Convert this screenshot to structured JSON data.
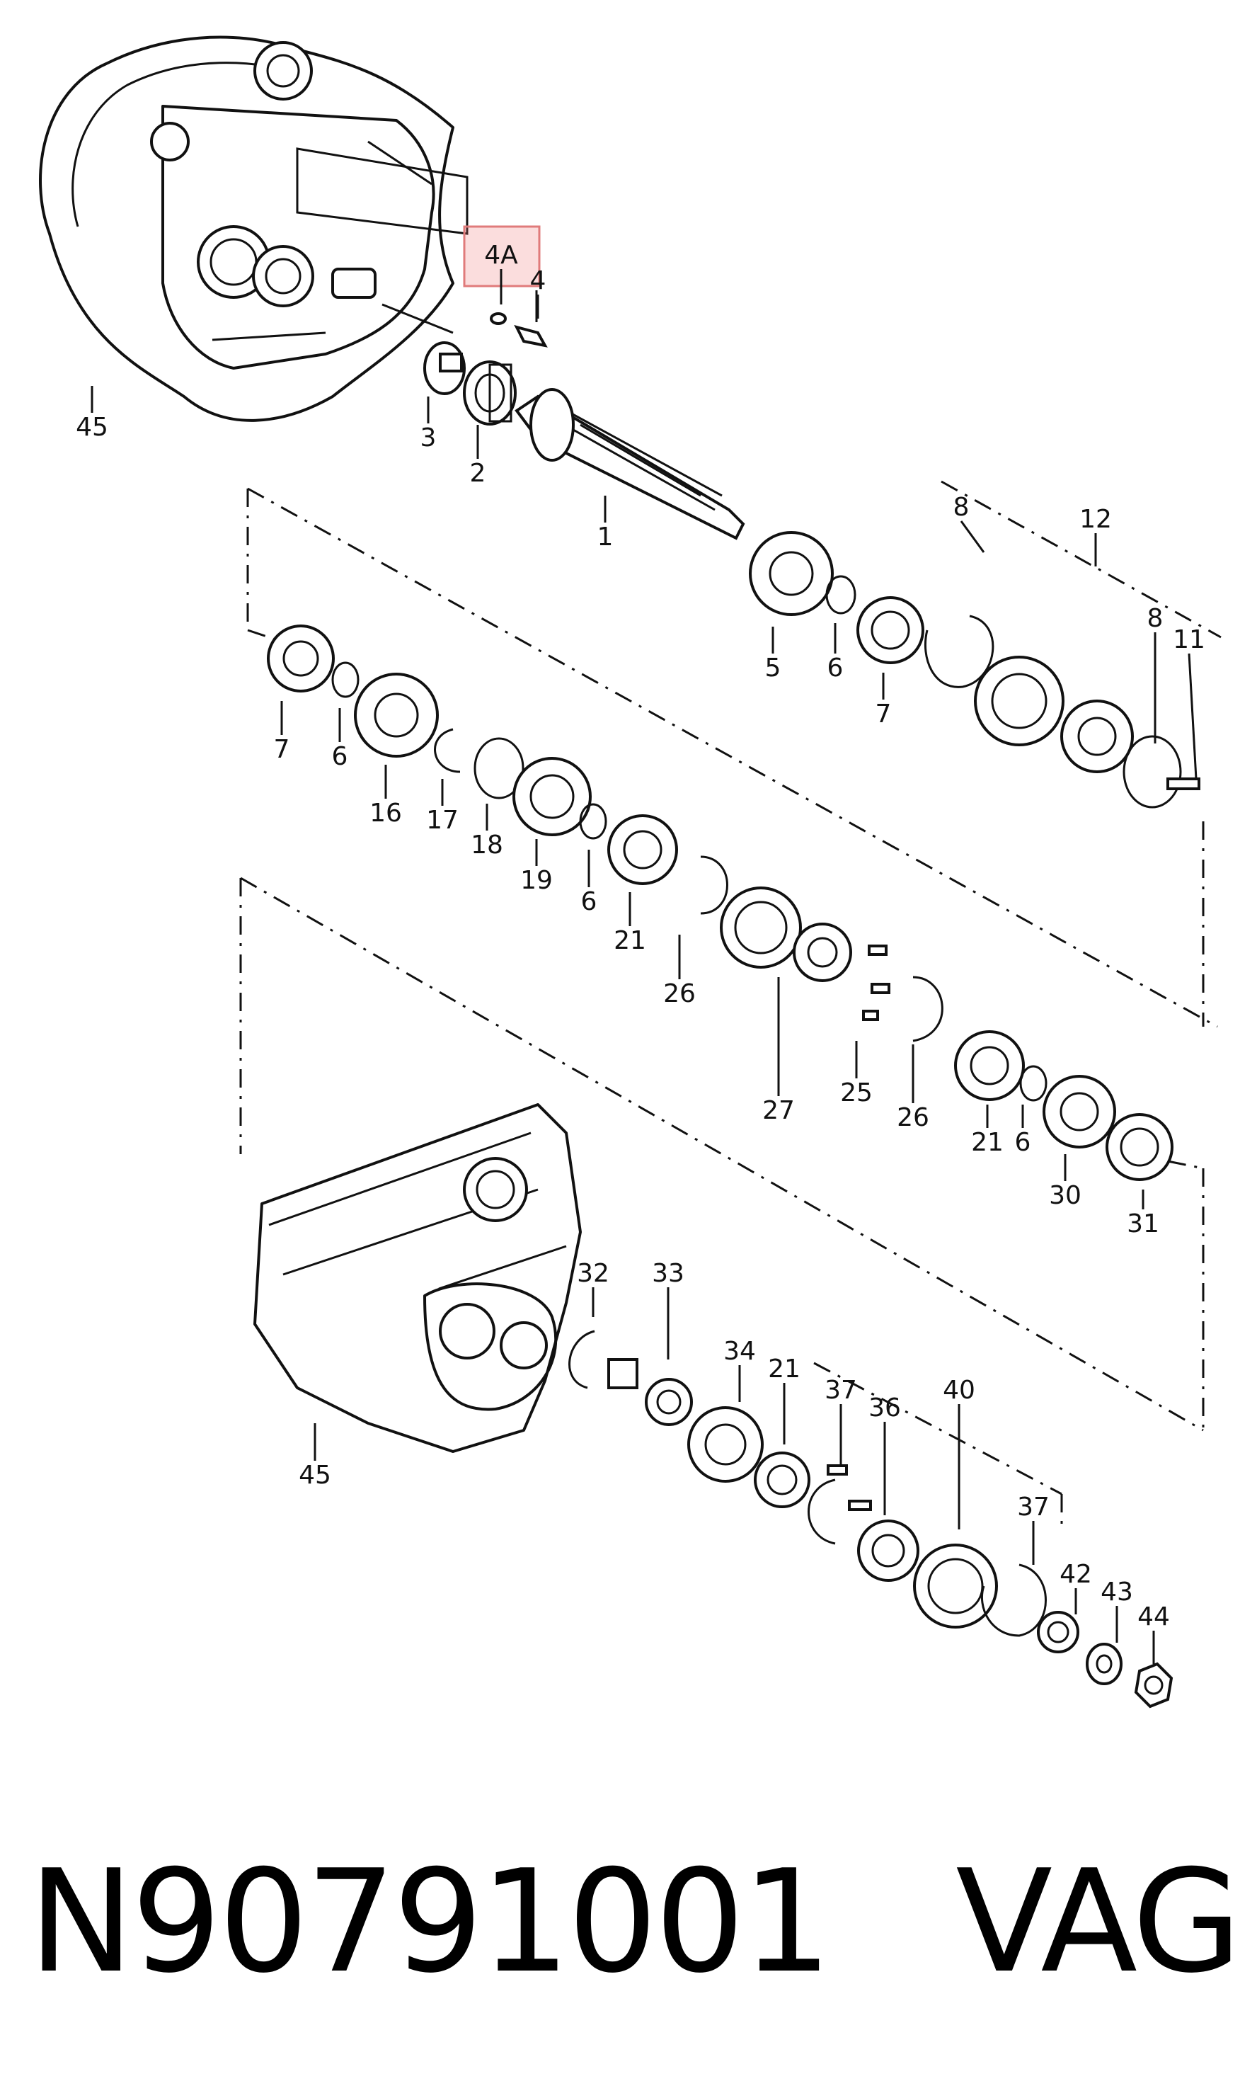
{
  "diagram": {
    "highlighted_label": "4A",
    "callouts": [
      "45",
      "4A",
      "4",
      "3",
      "2",
      "1",
      "8",
      "12",
      "8",
      "11",
      "5",
      "6",
      "7",
      "7",
      "6",
      "16",
      "17",
      "18",
      "19",
      "6",
      "21",
      "26",
      "25",
      "26",
      "27",
      "21",
      "6",
      "30",
      "31",
      "32",
      "33",
      "34",
      "21",
      "37",
      "36",
      "40",
      "37",
      "42",
      "43",
      "44",
      "45"
    ]
  },
  "caption": {
    "part_number": "N90791001",
    "brand": "VAG"
  },
  "colors": {
    "highlight_fill": "#f5c6c6",
    "highlight_border": "#e07b7b",
    "line": "#111111"
  }
}
